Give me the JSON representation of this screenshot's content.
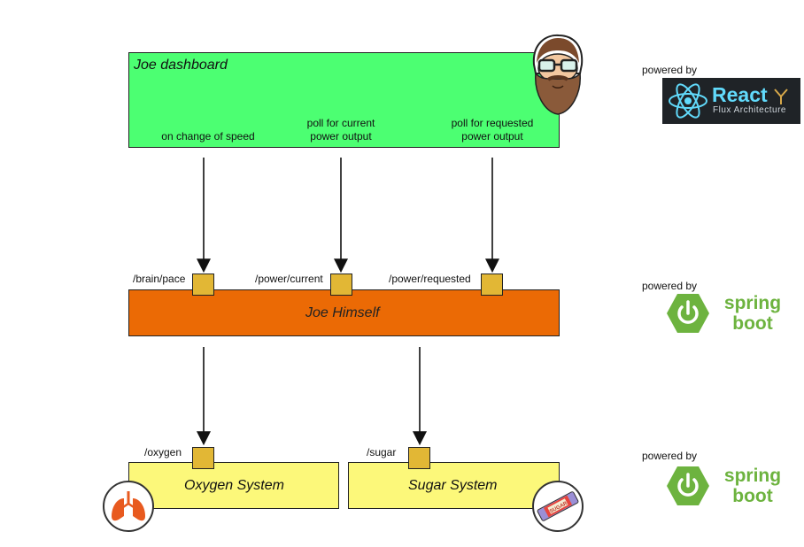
{
  "dashboard": {
    "title": "Joe dashboard",
    "actions": [
      {
        "label_line1": "on change of speed",
        "label_line2": ""
      },
      {
        "label_line1": "poll for current",
        "label_line2": "power output"
      },
      {
        "label_line1": "poll for requested",
        "label_line2": "power output"
      }
    ],
    "color": "#4cff72"
  },
  "joe": {
    "title": "Joe Himself",
    "color": "#eb6a05",
    "ports": [
      "/brain/pace",
      "/power/current",
      "/power/requested"
    ]
  },
  "oxygen": {
    "title": "Oxygen System",
    "port": "/oxygen",
    "color": "#fcf87a"
  },
  "sugar": {
    "title": "Sugar System",
    "port": "/sugar",
    "color": "#fcf87a",
    "bar_text": "SUGAR"
  },
  "powered_by": [
    {
      "label": "powered by",
      "logo": "React",
      "logo_sub": "Flux Architecture"
    },
    {
      "label": "powered by",
      "logo_line1": "spring",
      "logo_line2": "boot"
    },
    {
      "label": "powered by",
      "logo_line1": "spring",
      "logo_line2": "boot"
    }
  ],
  "colors": {
    "port": "#e2b735",
    "spring_green": "#6db33f",
    "react_blue": "#61dafb"
  },
  "icons": [
    "hipster-avatar-icon",
    "lungs-icon",
    "sugar-bar-icon",
    "react-atom-icon",
    "spring-power-icon"
  ]
}
